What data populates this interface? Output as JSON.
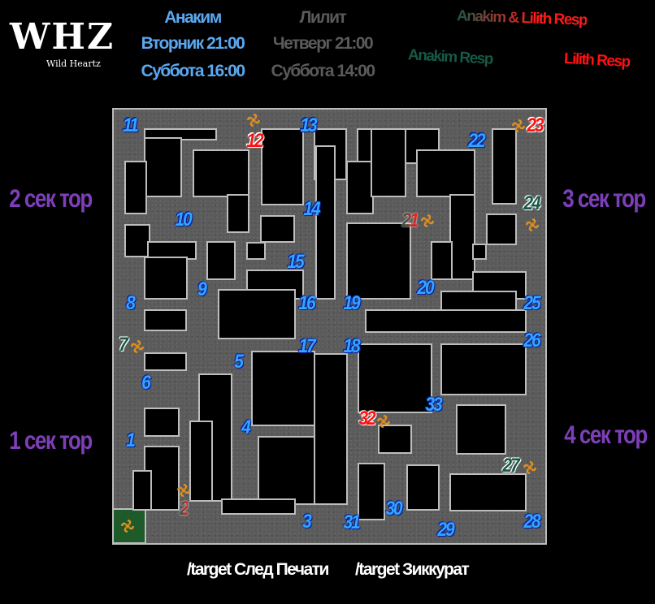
{
  "logo": {
    "mark": "WHZ",
    "name": "Wild Heartz"
  },
  "schedule": [
    {
      "boss": "Анаким",
      "day1": "Вторник 21:00",
      "day2": "Суббота 16:00",
      "color": "#5aa8f0"
    },
    {
      "boss": "Лилит",
      "day1": "Четверг 21:00",
      "day2": "Суббота 14:00",
      "color": "#5a5a5a"
    }
  ],
  "legend": {
    "both": "Anakim & Lilith Resp",
    "anakim": "Anakim Resp",
    "lilith": "Lilith Resp"
  },
  "sectors": {
    "s1": "1 сек тор",
    "s2": "2 сек тор",
    "s3": "3 сек тор",
    "s4": "4 сек тор"
  },
  "rooms": {
    "r1": "1",
    "r2": "2",
    "r3": "3",
    "r4": "4",
    "r5": "5",
    "r6": "6",
    "r7": "7",
    "r8": "8",
    "r9": "9",
    "r10": "10",
    "r11": "11",
    "r12": "12",
    "r13": "13",
    "r14": "14",
    "r15": "15",
    "r16": "16",
    "r17": "17",
    "r18": "18",
    "r19": "19",
    "r20": "20",
    "r21": "21",
    "r22": "22",
    "r23": "23",
    "r24": "24",
    "r25": "25",
    "r26": "26",
    "r27": "27",
    "r28": "28",
    "r29": "29",
    "r30": "30",
    "r31": "31",
    "r32": "32",
    "r33": "33"
  },
  "commands": [
    "/target След Печати",
    "/target Зиккурат"
  ],
  "colors": {
    "anakim_resp": "#145a46",
    "lilith_resp": "#ff1010",
    "room": "#35a4ff",
    "sector": "#7d3fb8",
    "start": "#1e5a2a"
  },
  "icons": {
    "portal": "portal-swirl-icon"
  }
}
